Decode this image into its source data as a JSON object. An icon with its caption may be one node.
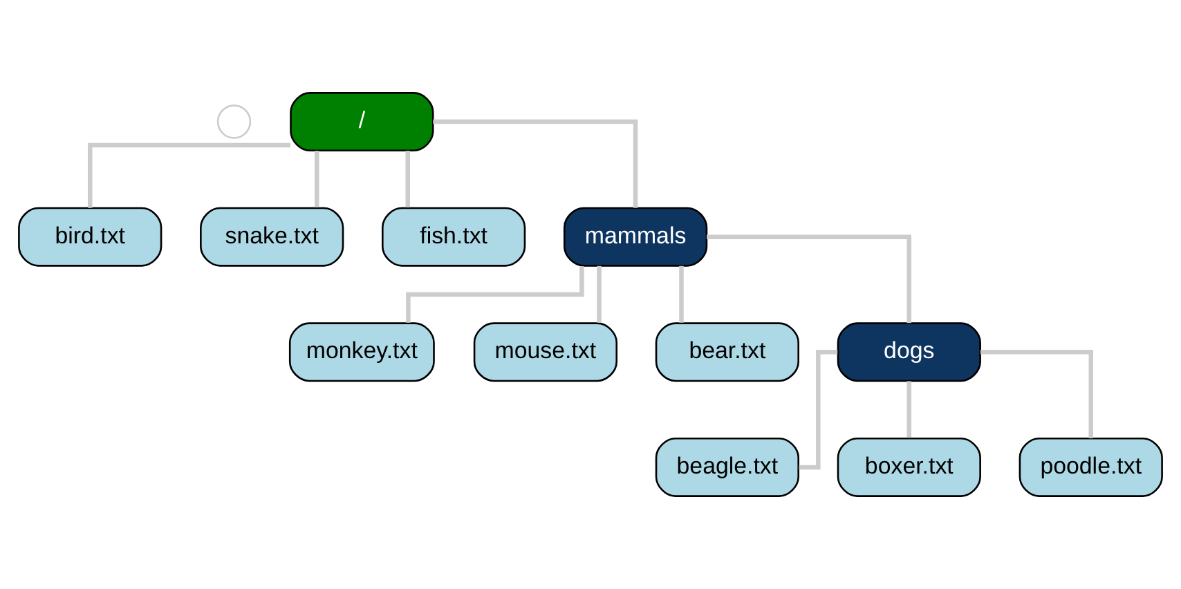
{
  "diagram": {
    "nodes": [
      {
        "text": [],
        "shape": "circle"
      },
      {
        "text": [
          "/"
        ]
      },
      {
        "text": [
          "bird.txt"
        ]
      },
      {
        "text": [
          "snake.txt"
        ]
      },
      {
        "text": [
          "fish.txt"
        ]
      },
      {
        "text": [
          "mammals"
        ]
      },
      {
        "text": [
          "monkey.txt"
        ]
      },
      {
        "text": [
          "mouse.txt"
        ]
      },
      {
        "text": [
          "bear.txt"
        ]
      },
      {
        "text": [
          "dogs"
        ]
      },
      {
        "text": [
          "beagle.txt"
        ]
      },
      {
        "text": [
          "boxer.txt"
        ]
      },
      {
        "text": [
          "poodle.txt"
        ]
      }
    ],
    "edges": [
      {
        "from": 1,
        "to": 2,
        "arrow": "none"
      },
      {
        "from": 1,
        "to": 3,
        "arrow": "none"
      },
      {
        "from": 1,
        "to": 4,
        "arrow": "none"
      },
      {
        "from": 1,
        "to": 5,
        "arrow": "none"
      },
      {
        "from": 5,
        "to": 6,
        "arrow": "none"
      },
      {
        "from": 5,
        "to": 7,
        "arrow": "none"
      },
      {
        "from": 5,
        "to": 8,
        "arrow": "none"
      },
      {
        "from": 5,
        "to": 9,
        "arrow": "none"
      },
      {
        "from": 9,
        "to": 10,
        "arrow": "none"
      },
      {
        "from": 9,
        "to": 11,
        "arrow": "none"
      },
      {
        "from": 9,
        "to": 12,
        "arrow": "none"
      }
    ]
  }
}
